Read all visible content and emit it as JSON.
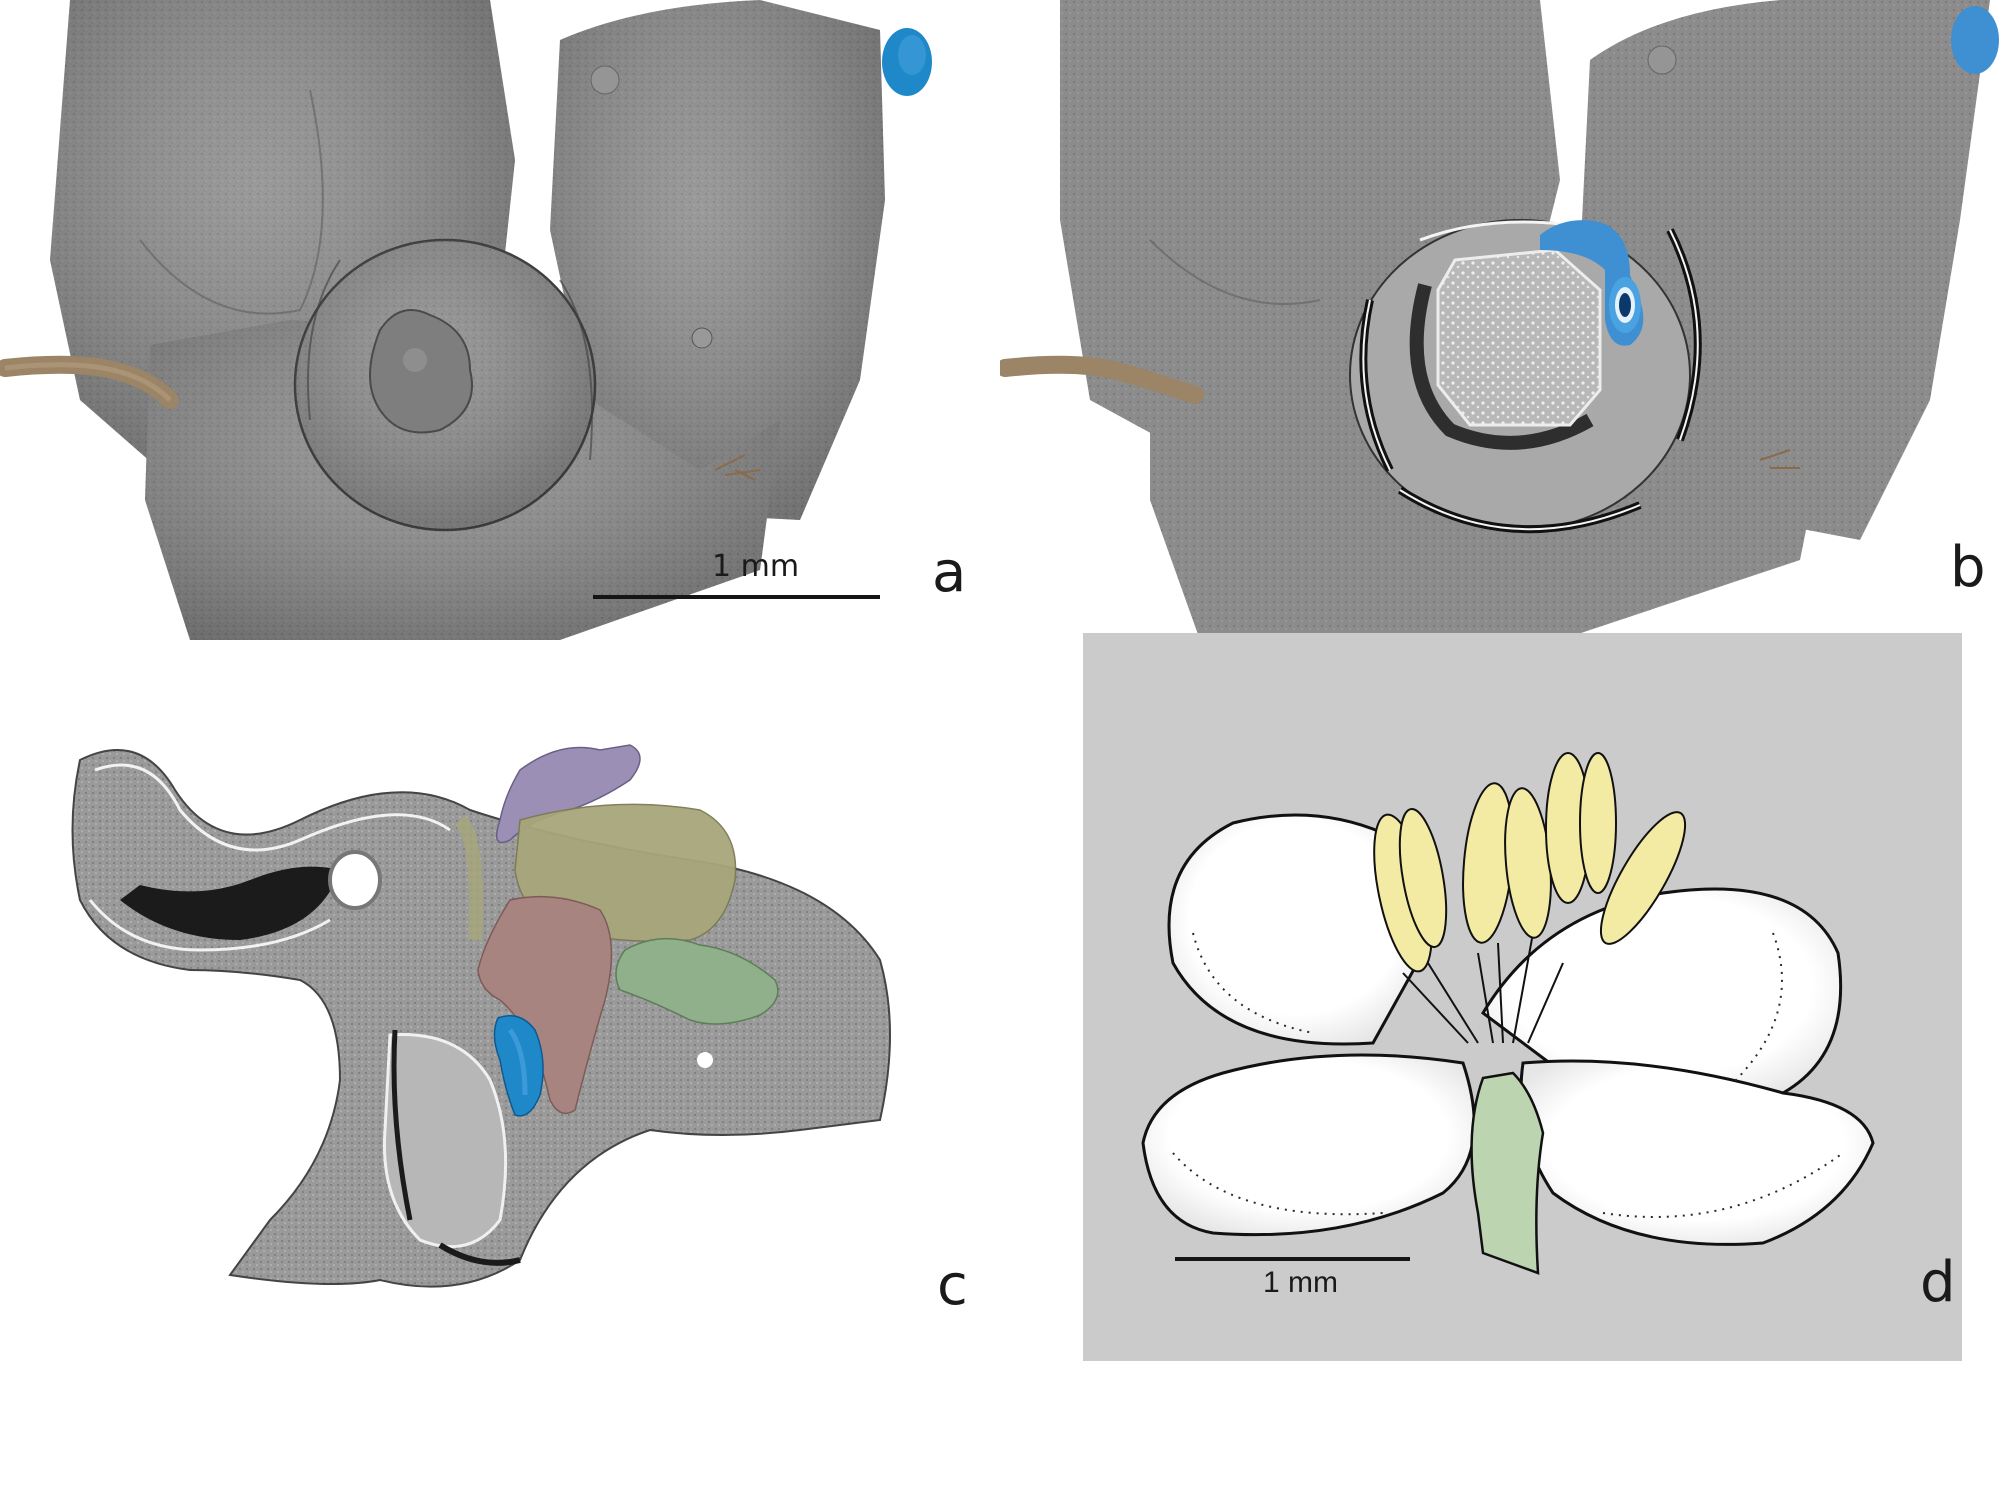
{
  "figure": {
    "panels": [
      {
        "id": "a",
        "letter": "a",
        "description": "3D micro-CT surface render of fossil flower, external view",
        "scale_bar_label": "1 mm"
      },
      {
        "id": "b",
        "letter": "b",
        "description": "3D micro-CT render with virtual cross-section through center",
        "scale_bar_label": ""
      },
      {
        "id": "c",
        "letter": "c",
        "description": "Longitudinal section with segmented colored internal structures",
        "scale_bar_label": ""
      },
      {
        "id": "d",
        "letter": "d",
        "description": "Stippled line-drawing reconstruction of flower",
        "scale_bar_label": "1 mm"
      }
    ],
    "colors": {
      "render_gray": "#8a8a8a",
      "render_gray_dark": "#5e5e5e",
      "render_gray_light": "#a9a9a9",
      "highlight_blue": "#1e88c8",
      "highlight_blue_light": "#4aa3e0",
      "stalk_brown": "#9c8466",
      "segment_purple": "#9b8fb5",
      "segment_olive": "#a8a67a",
      "segment_pink": "#a88480",
      "segment_green": "#8fb08a",
      "drawing_bg": "#cccbcc",
      "anther_yellow": "#f3eaa4",
      "pedicel_green": "#bcd4b0",
      "petal_white": "#ffffff",
      "ink": "#111111"
    }
  }
}
